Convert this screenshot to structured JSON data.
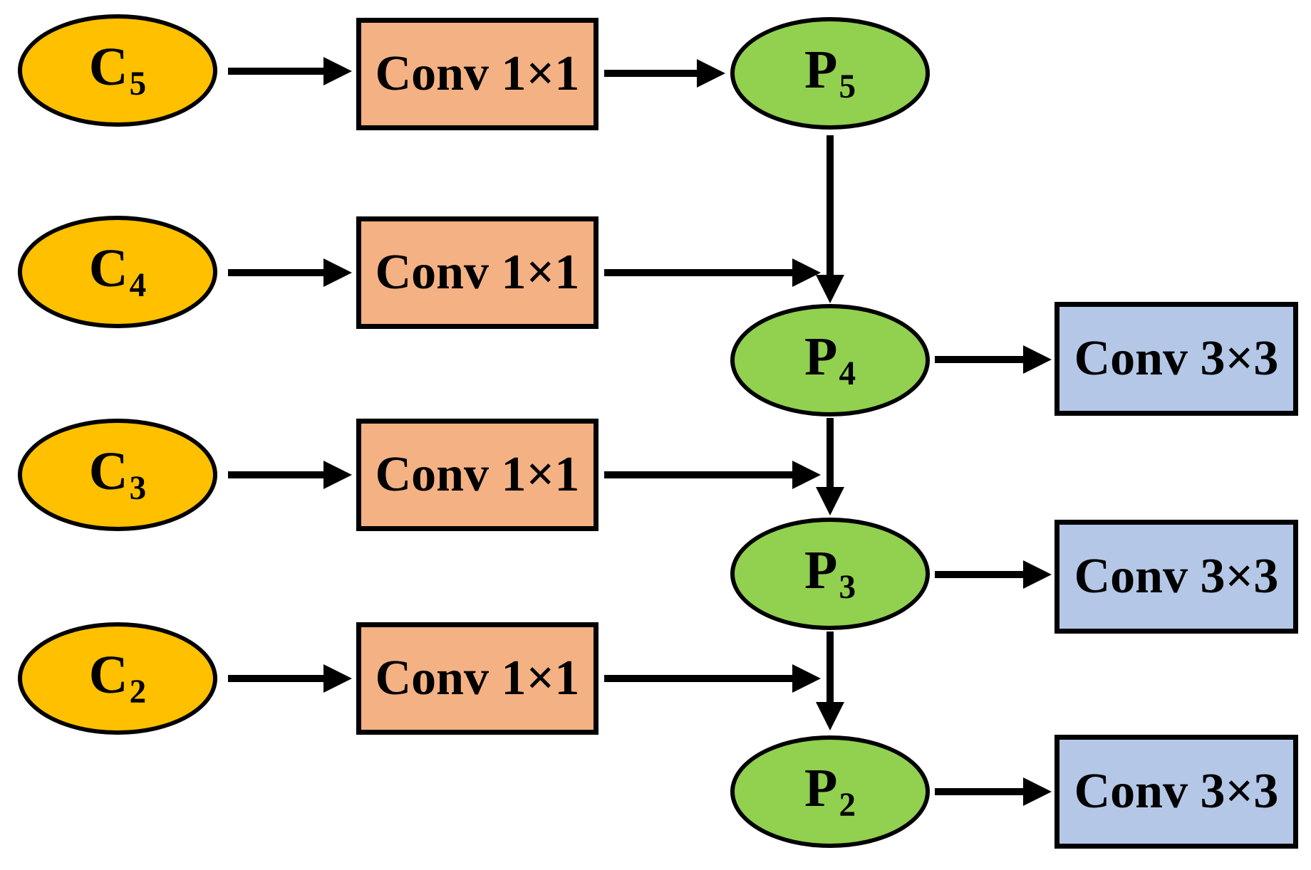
{
  "figure": {
    "type": "diagram",
    "description": "Feature Pyramid Network (FPN) architecture diagram",
    "colors": {
      "background": "#FFFFFF",
      "stroke": "#000000",
      "backbone_node_fill": "#FFC000",
      "lateral_conv_fill": "#F4B183",
      "pyramid_node_fill": "#92D050",
      "output_conv_fill": "#B4C7E7"
    },
    "backbone_nodes": [
      {
        "base": "C",
        "sub": "5"
      },
      {
        "base": "C",
        "sub": "4"
      },
      {
        "base": "C",
        "sub": "3"
      },
      {
        "base": "C",
        "sub": "2"
      }
    ],
    "lateral_convs": [
      {
        "label": "Conv 1×1"
      },
      {
        "label": "Conv 1×1"
      },
      {
        "label": "Conv 1×1"
      },
      {
        "label": "Conv 1×1"
      }
    ],
    "pyramid_nodes": [
      {
        "base": "P",
        "sub": "5"
      },
      {
        "base": "P",
        "sub": "4"
      },
      {
        "base": "P",
        "sub": "3"
      },
      {
        "base": "P",
        "sub": "2"
      }
    ],
    "output_convs": [
      {
        "label": "Conv 3×3"
      },
      {
        "label": "Conv 3×3"
      },
      {
        "label": "Conv 3×3"
      }
    ]
  }
}
